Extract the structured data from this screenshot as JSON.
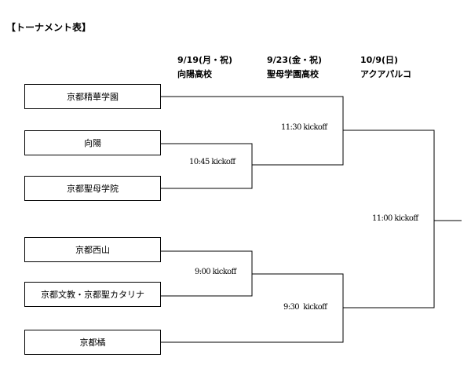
{
  "title": "【トーナメント表】",
  "rounds": [
    {
      "date": "9/19(月・祝)",
      "venue": "向陽高校"
    },
    {
      "date": "9/23(金・祝)",
      "venue": "聖母学園高校"
    },
    {
      "date": "10/9(日)",
      "venue": "アクアパルコ"
    }
  ],
  "teams": [
    "京都精華学園",
    "向陽",
    "京都聖母学院",
    "京都西山",
    "京都文教・京都聖カタリナ",
    "京都橘"
  ],
  "matches": {
    "r1_top": "10:45 kickoff",
    "r1_bottom": "9:00 kickoff",
    "r2_top": "11:30 kickoff",
    "r2_bottom": "9:30  kickoff",
    "final": "11:00 kickoff"
  }
}
